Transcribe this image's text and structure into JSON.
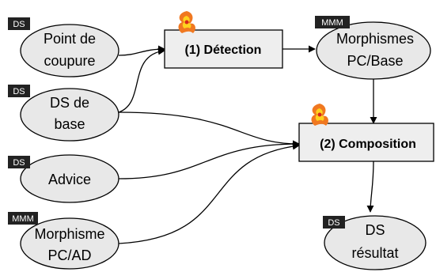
{
  "nodes": {
    "point_de_coupure": {
      "badge": "DS",
      "line1": "Point de",
      "line2": "coupure"
    },
    "ds_de_base": {
      "badge": "DS",
      "line1": "DS de",
      "line2": "base"
    },
    "advice": {
      "badge": "DS",
      "label": "Advice"
    },
    "morphisme_pc_ad": {
      "badge": "MMM",
      "line1": "Morphisme",
      "line2": "PC/AD"
    },
    "morphismes_pc_base": {
      "badge": "MMM",
      "line1": "Morphismes",
      "line2": "PC/Base"
    },
    "ds_resultat": {
      "badge": "DS",
      "line1": "DS",
      "line2": "résultat"
    }
  },
  "processes": {
    "detection": {
      "label": "(1) Détection",
      "icon": "spiral-flame-icon"
    },
    "composition": {
      "label": "(2) Composition",
      "icon": "spiral-flame-icon"
    }
  },
  "colors": {
    "ellipse_fill": "#e8e8e8",
    "box_fill": "#eeeeee",
    "badge_fill": "#222222",
    "icon_orange": "#f07820",
    "icon_yellow": "#ffd21f",
    "icon_red": "#d8261c"
  }
}
